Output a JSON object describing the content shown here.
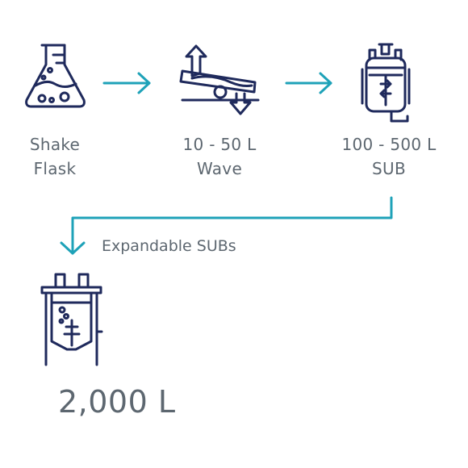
{
  "stages": [
    {
      "name": "shake-flask",
      "line1": "Shake",
      "line2": "Flask",
      "icon": "flask-icon"
    },
    {
      "name": "wave",
      "line1": "10 - 50 L",
      "line2": "Wave",
      "icon": "wave-bioreactor-icon"
    },
    {
      "name": "sub",
      "line1": "100 - 500 L",
      "line2": "SUB",
      "icon": "single-use-bioreactor-icon"
    }
  ],
  "flow_label": "Expandable SUBs",
  "final_stage": {
    "label": "2,000 L",
    "icon": "large-bioreactor-icon"
  },
  "colors": {
    "icon": "#1f2a5c",
    "arrow": "#1ea2b8",
    "text": "#5d6770"
  }
}
